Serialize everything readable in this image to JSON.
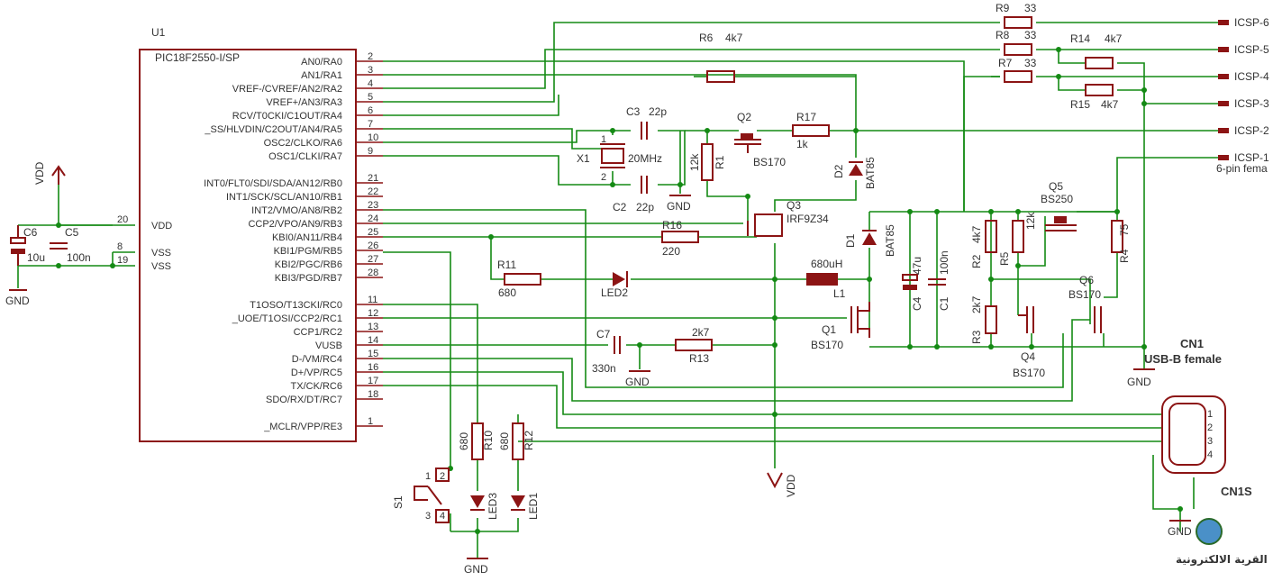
{
  "colors": {
    "wire": "#148a14",
    "part": "#8c1414",
    "text": "#333333",
    "background": "#ffffff"
  },
  "mcu": {
    "ref": "U1",
    "part": "PIC18F2550-I/SP",
    "left_pins": [
      {
        "name": "AN0/RA0",
        "num": "2"
      },
      {
        "name": "AN1/RA1",
        "num": "3"
      },
      {
        "name": "VREF-/CVREF/AN2/RA2",
        "num": "4"
      },
      {
        "name": "VREF+/AN3/RA3",
        "num": "5"
      },
      {
        "name": "RCV/T0CKI/C1OUT/RA4",
        "num": "6"
      },
      {
        "name": "_SS/HLVDIN/C2OUT/AN4/RA5",
        "num": "7"
      },
      {
        "name": "OSC2/CLKO/RA6",
        "num": "10"
      },
      {
        "name": "OSC1/CLKI/RA7",
        "num": "9"
      },
      {
        "name": "INT0/FLT0/SDI/SDA/AN12/RB0",
        "num": "21"
      },
      {
        "name": "INT1/SCK/SCL/AN10/RB1",
        "num": "22"
      },
      {
        "name": "INT2/VMO/AN8/RB2",
        "num": "23"
      },
      {
        "name": "CCP2/VPO/AN9/RB3",
        "num": "24"
      },
      {
        "name": "KBI0/AN11/RB4",
        "num": "25"
      },
      {
        "name": "KBI1/PGM/RB5",
        "num": "26"
      },
      {
        "name": "KBI2/PGC/RB6",
        "num": "27"
      },
      {
        "name": "KBI3/PGD/RB7",
        "num": "28"
      },
      {
        "name": "T1OSO/T13CKI/RC0",
        "num": "11"
      },
      {
        "name": "_UOE/T1OSI/CCP2/RC1",
        "num": "12"
      },
      {
        "name": "CCP1/RC2",
        "num": "13"
      },
      {
        "name": "VUSB",
        "num": "14"
      },
      {
        "name": "D-/VM/RC4",
        "num": "15"
      },
      {
        "name": "D+/VP/RC5",
        "num": "16"
      },
      {
        "name": "TX/CK/RC6",
        "num": "17"
      },
      {
        "name": "SDO/RX/DT/RC7",
        "num": "18"
      },
      {
        "name": "_MCLR/VPP/RE3",
        "num": "1"
      }
    ],
    "power_pins": [
      {
        "name": "VDD",
        "num": "20"
      },
      {
        "name": "VSS",
        "num": "8"
      },
      {
        "name": "VSS",
        "num": "19"
      }
    ]
  },
  "labels": {
    "vdd": "VDD",
    "gnd": "GND",
    "c6": "C6",
    "c6_val": "10u",
    "c5": "C5",
    "c5_val": "100n",
    "c3": "C3",
    "c3_val": "22p",
    "c2": "C2",
    "c2_val": "22p",
    "x1": "X1",
    "x1_val": "20MHz",
    "r1": "R1",
    "r1_val": "12k",
    "q2": "Q2",
    "q2_val": "BS170",
    "r17": "R17",
    "r17_val": "1k",
    "d2": "D2",
    "d2_val": "BAT85",
    "r6": "R6",
    "r6_val": "4k7",
    "r9": "R9",
    "r9_val": "33",
    "r8": "R8",
    "r8_val": "33",
    "r7": "R7",
    "r7_val": "33",
    "r14": "R14",
    "r14_val": "4k7",
    "r15": "R15",
    "r15_val": "4k7",
    "q3": "Q3",
    "q3_val": "IRF9Z34",
    "r16": "R16",
    "r16_val": "220",
    "r11": "R11",
    "r11_val": "680",
    "led2": "LED2",
    "l1": "L1",
    "l1_val": "680uH",
    "d1": "D1",
    "d1_val": "BAT85",
    "c4": "C4",
    "c4_val": "47u",
    "c1": "C1",
    "c1_val": "100n",
    "r2": "R2",
    "r2_val": "4k7",
    "r5": "R5",
    "r5_val": "12k",
    "q5": "Q5",
    "q5_val": "BS250",
    "r4": "R4",
    "r4_val": "75",
    "r3": "R3",
    "r3_val": "2k7",
    "q1": "Q1",
    "q1_val": "BS170",
    "q4": "Q4",
    "q4_val": "BS170",
    "q6": "Q6",
    "q6_val": "BS170",
    "c7": "C7",
    "c7_val": "330n",
    "r13": "R13",
    "r13_val": "2k7",
    "r10": "R10",
    "r10_val": "680",
    "r12": "R12",
    "r12_val": "680",
    "led3": "LED3",
    "led1": "LED1",
    "s1": "S1",
    "cn1": "CN1",
    "cn1_val": "USB-B female",
    "cn1s": "CN1S",
    "icsp_female": "6-pin fema",
    "watermark": "القرية الالكترونية"
  },
  "icsp": [
    "ICSP-6",
    "ICSP-5",
    "ICSP-4",
    "ICSP-3",
    "ICSP-2",
    "ICSP-1"
  ],
  "usb_pins": [
    "1",
    "2",
    "3",
    "4"
  ],
  "switch_pins": [
    "1",
    "2",
    "3",
    "4"
  ],
  "crystal_pins": [
    "1",
    "2"
  ]
}
